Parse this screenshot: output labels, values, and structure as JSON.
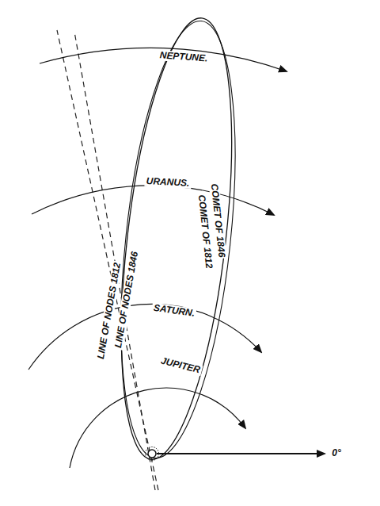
{
  "diagram": {
    "labels": [
      "NEPTUNE.",
      "URANUS.",
      "SATURN.",
      "JUPITER",
      "COMET OF 1846",
      "COMET OF 1812",
      "LINE OF NODES 1812",
      "LINE OF NODES 1846",
      "0°"
    ]
  }
}
